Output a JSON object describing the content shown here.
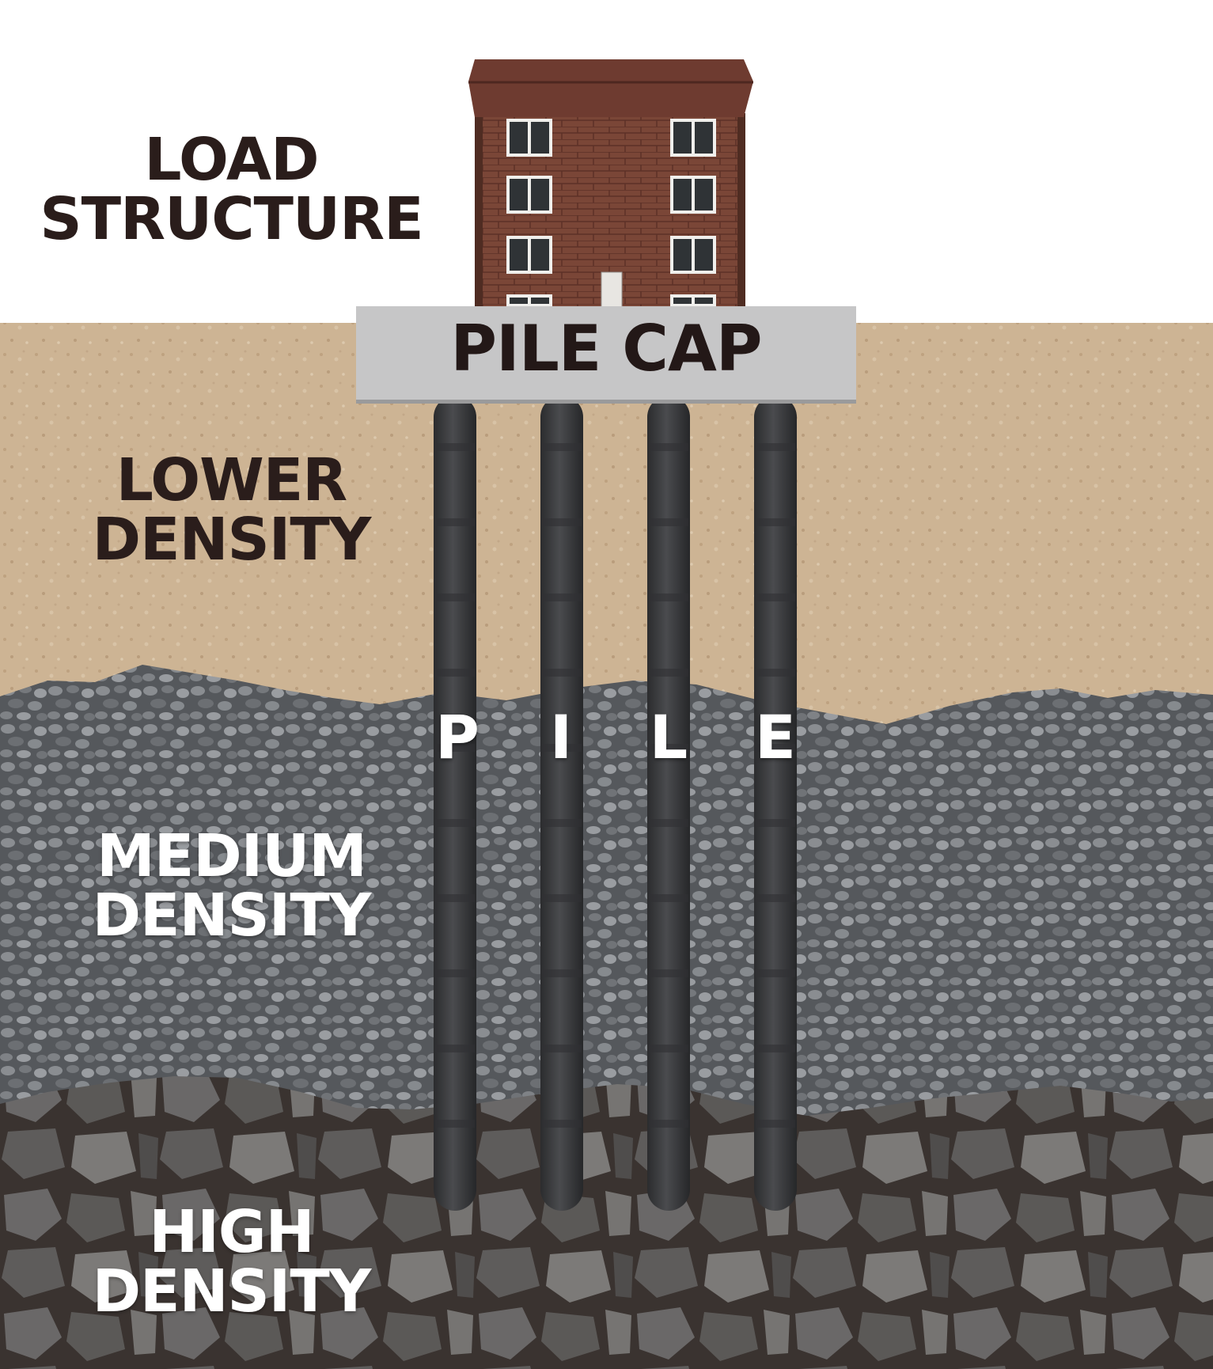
{
  "labels": {
    "load_structure": [
      "LOAD",
      "STRUCTURE"
    ],
    "lower_density": [
      "LOWER",
      "DENSITY"
    ],
    "medium_density": [
      "MEDIUM",
      "DENSITY"
    ],
    "high_density": [
      "HIGH",
      "DENSITY"
    ],
    "pile_cap": "PILE CAP",
    "pile_letters": [
      "P",
      "I",
      "L",
      "E"
    ]
  },
  "colors": {
    "sand": "#cdb494",
    "gravel": "#6f7275",
    "rock": "#4c4948",
    "pile": "#3a3b3d",
    "cap": "#c6c6c7",
    "brick": "#7a4637",
    "roof": "#6e3b30",
    "dark_text": "#2a1d1b",
    "light_text": "#ffffff"
  },
  "piles": {
    "count": 4
  },
  "building": {
    "floors": 4,
    "windows_per_floor": 2
  }
}
